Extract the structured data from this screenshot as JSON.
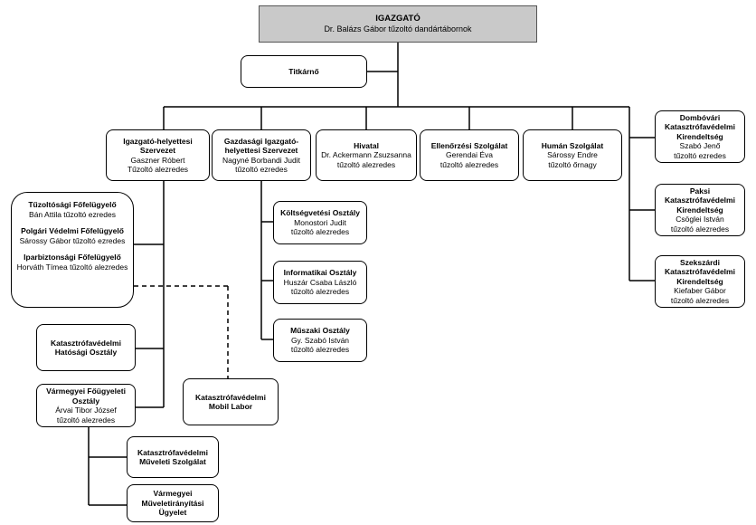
{
  "director": {
    "title": "IGAZGATÓ",
    "name": "Dr. Balázs Gábor tűzoltó dandártábornok"
  },
  "secretary": {
    "title": "Titkárnő"
  },
  "deputy": {
    "title": "Igazgató-helyettesi Szervezet",
    "name": "Gaszner Róbert",
    "rank": "Tűzoltó alezredes"
  },
  "economic": {
    "title": "Gazdasági Igazgató-helyettesi Szervezet",
    "name": "Nagyné Borbandi Judit",
    "rank": "tűzoltó ezredes"
  },
  "office": {
    "title": "Hivatal",
    "name": "Dr. Ackermann Zsuzsanna",
    "rank": "tűzoltó alezredes"
  },
  "control": {
    "title": "Ellenőrzési Szolgálat",
    "name": "Gerendai Éva",
    "rank": "tűzoltó alezredes"
  },
  "hr": {
    "title": "Humán Szolgálat",
    "name": "Sárossy Endre",
    "rank": "tűzoltó őrnagy"
  },
  "dombovar": {
    "title": "Dombóvári Katasztrófavédelmi Kirendeltség",
    "name": "Szabó Jenő",
    "rank": "tűzoltó ezredes"
  },
  "paks": {
    "title": "Paksi Katasztrófavédelmi Kirendeltség",
    "name": "Csöglei István",
    "rank": "tűzoltó alezredes"
  },
  "szekszard": {
    "title": "Szekszárdi Katasztrófavédelmi Kirendeltség",
    "name": "Kiefaber Gábor",
    "rank": "tűzoltó alezredes"
  },
  "inspectors": [
    {
      "title": "Tűzoltósági Főfelügyelő",
      "name": "Bán Attila tűzoltó ezredes"
    },
    {
      "title": "Polgári Védelmi Főfelügyelő",
      "name": "Sárossy Gábor tűzoltó ezredes"
    },
    {
      "title": "Iparbiztonsági Főfelügyelő",
      "name": "Horváth Tímea tűzoltó alezredes"
    }
  ],
  "authority": {
    "title": "Katasztrófavédelmi Hatósági Osztály"
  },
  "county": {
    "title": "Vármegyei Főügyeleti Osztály",
    "name": "Árvai Tibor József",
    "rank": "tűzoltó alezredes"
  },
  "mobile_lab": {
    "title": "Katasztrófavédelmi Mobil Labor"
  },
  "budget": {
    "title": "Költségvetési Osztály",
    "name": "Monostori Judit",
    "rank": "tűzoltó alezredes"
  },
  "it": {
    "title": "Informatikai Osztály",
    "name": "Huszár Csaba László",
    "rank": "tűzoltó alezredes"
  },
  "tech": {
    "title": "Műszaki Osztály",
    "name": "Gy. Szabó István",
    "rank": "tűzoltó alezredes"
  },
  "operations": {
    "title": "Katasztrófavédelmi Műveleti Szolgálat"
  },
  "control_center": {
    "title": "Vármegyei Műveletirányítási Ügyelet"
  }
}
